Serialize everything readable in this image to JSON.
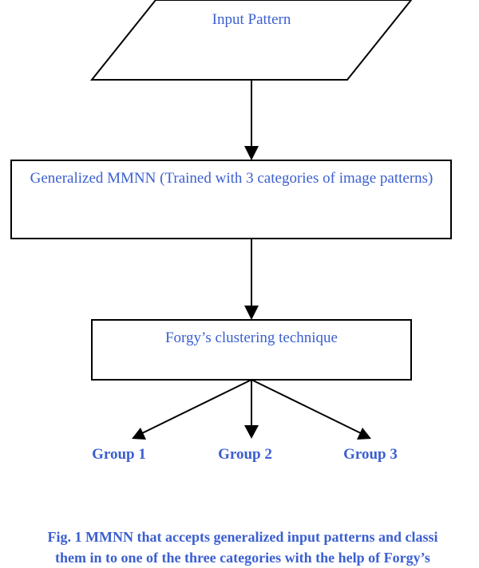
{
  "nodes": {
    "input": {
      "label": "Input Pattern"
    },
    "mmnn": {
      "label": "Generalized MMNN (Trained with 3 categories of image patterns)"
    },
    "forgy": {
      "label": "Forgy’s clustering technique"
    }
  },
  "groups": [
    "Group 1",
    "Group 2",
    "Group 3"
  ],
  "caption": {
    "line1": "Fig. 1 MMNN that accepts generalized input patterns and classi",
    "line2": "them in to one of the three categories with the help of Forgy’s"
  },
  "colors": {
    "text": "#3b5fd0",
    "stroke": "#000000"
  }
}
